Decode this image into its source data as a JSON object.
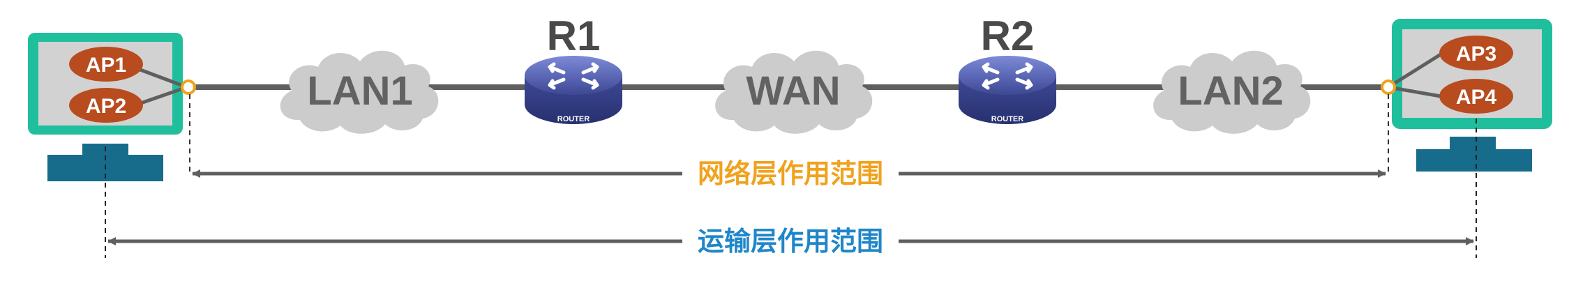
{
  "hosts": {
    "left": {
      "processes": [
        "AP1",
        "AP2"
      ]
    },
    "right": {
      "processes": [
        "AP3",
        "AP4"
      ]
    }
  },
  "networks": {
    "lan1": "LAN1",
    "wan": "WAN",
    "lan2": "LAN2"
  },
  "routers": {
    "r1": {
      "name": "R1",
      "badge": "ROUTER"
    },
    "r2": {
      "name": "R2",
      "badge": "ROUTER"
    }
  },
  "scopes": {
    "network_layer": {
      "label": "网络层作用范围",
      "color": "#f0a21e"
    },
    "transport_layer": {
      "label": "运输层作用范围",
      "color": "#1f86c9"
    }
  },
  "colors": {
    "host_frame": "#1fbf9e",
    "host_screen": "#d2d2d2",
    "host_stand": "#176c8c",
    "process_fill": "#b84c1f",
    "link": "#5f5f5f",
    "cloud": "#cccccc",
    "cloud_text": "#626262",
    "router_body": "#4a56a6",
    "interface_dot": "#f0a21e"
  }
}
